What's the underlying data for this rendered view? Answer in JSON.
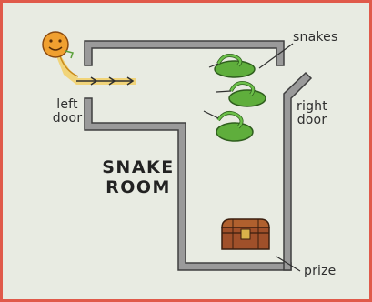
{
  "room": {
    "title_line1": "SNAKE",
    "title_line2": "ROOM"
  },
  "labels": {
    "snakes": "snakes",
    "left_door_line1": "left",
    "left_door_line2": "door",
    "right_door_line1": "right",
    "right_door_line2": "door",
    "prize": "prize"
  },
  "icons": [
    "smiley-face-icon",
    "path-arrows-icon",
    "snake-icon",
    "treasure-chest-icon"
  ],
  "colors": {
    "background": "#e8ebe2",
    "border": "#e05a4a",
    "walls": "#7a7a7a",
    "smiley": "#f0a030",
    "arrow_highlight": "#f2d26e",
    "snake": "#5fae3c",
    "chest": "#a0502a",
    "text": "#2e2e2e"
  }
}
